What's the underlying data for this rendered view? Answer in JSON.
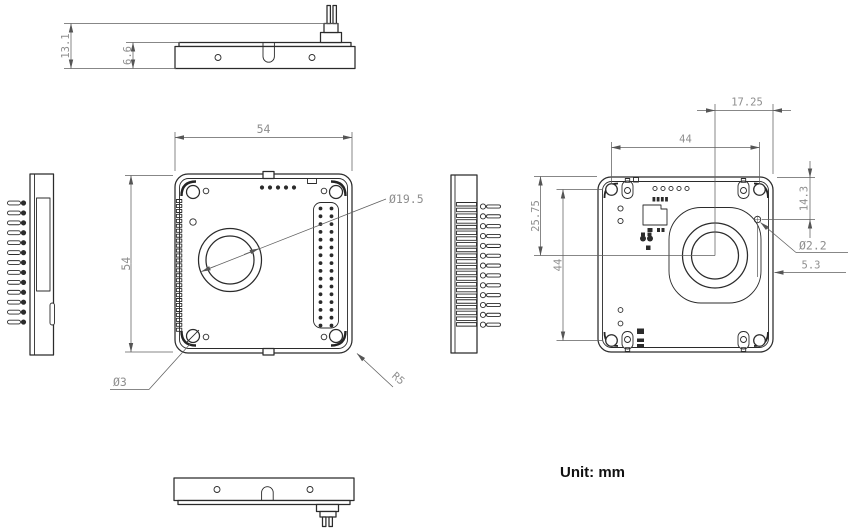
{
  "drawing": {
    "unit_note": "Unit: mm",
    "views": {
      "side_top": {
        "overall_height": "13.1",
        "body_height": "6.6"
      },
      "front": {
        "width": "54",
        "height": "54",
        "lens_diameter": "Ø19.5",
        "corner_hole_diameter": "Ø3",
        "corner_radius": "R5"
      },
      "back": {
        "lens_center_to_right_edge": "17.25",
        "hole_spacing_horizontal": "44",
        "top_edge_to_lens_center": "25.75",
        "hole_spacing_vertical": "44",
        "top_edge_to_small_hole": "14.3",
        "small_hole_diameter": "Ø2.2",
        "small_hole_to_edge": "5.3"
      }
    }
  }
}
